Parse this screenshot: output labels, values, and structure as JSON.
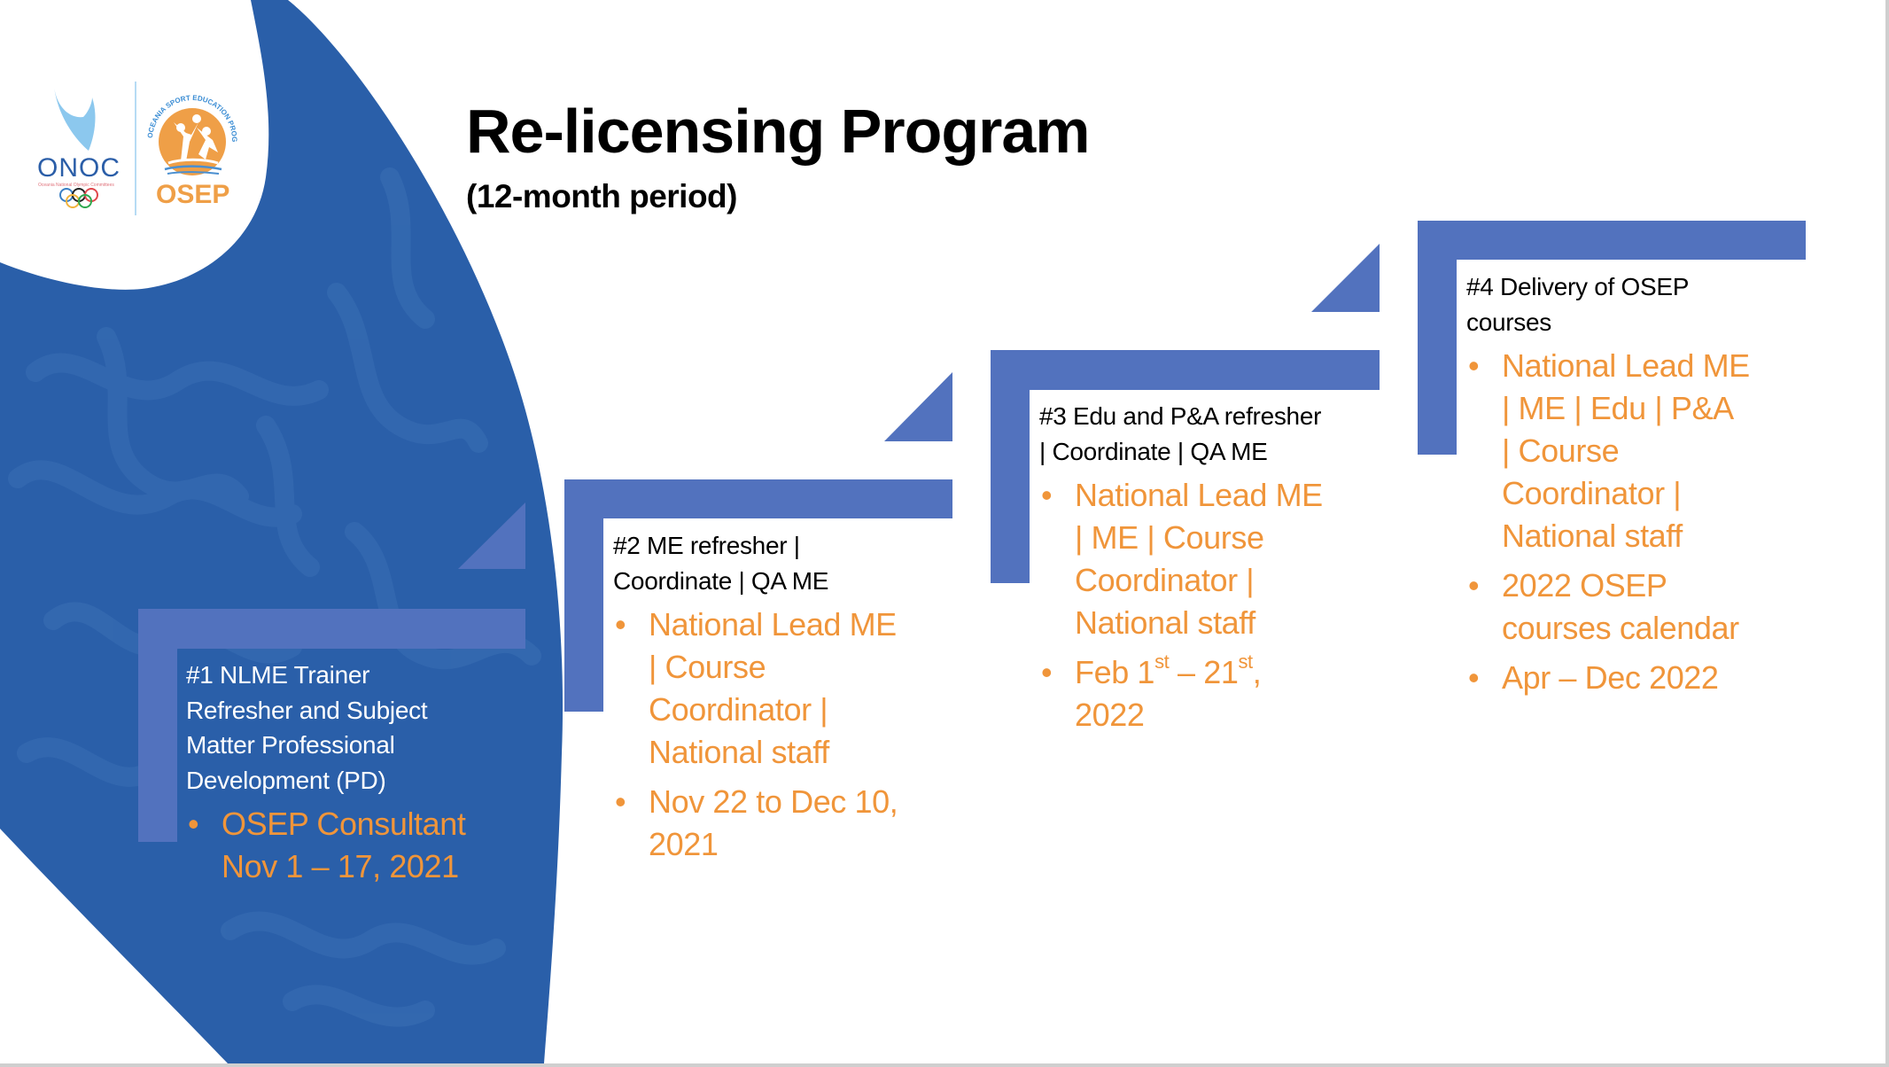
{
  "slide": {
    "title": "Re-licensing Program",
    "subtitle": "(12-month period)"
  },
  "logos": {
    "onoc": {
      "name": "ONOC",
      "tagline": "Oceania National Olympic Committees"
    },
    "osep": {
      "name": "OSEP",
      "arc_text": "OCEANIA SPORT EDUCATION PROGRAM"
    }
  },
  "colors": {
    "step_blue": "#5272BE",
    "background_blue": "#2A5FA9",
    "accent_orange": "#F0953A"
  },
  "steps": [
    {
      "heading": [
        "#1 NLME Trainer",
        "Refresher and Subject",
        "Matter Professional",
        "Development (PD)"
      ],
      "bullets": [
        {
          "lines": [
            "OSEP Consultant",
            "Nov 1 – 17, 2021"
          ]
        }
      ]
    },
    {
      "heading": [
        "#2 ME refresher |",
        "Coordinate | QA ME"
      ],
      "bullets": [
        {
          "lines": [
            "National Lead ME",
            "| Course",
            "Coordinator |",
            "National staff"
          ]
        },
        {
          "lines": [
            "Nov 22 to Dec 10,",
            "2021"
          ]
        }
      ]
    },
    {
      "heading": [
        "#3 Edu and P&A refresher",
        "| Coordinate | QA ME"
      ],
      "bullets": [
        {
          "lines": [
            "National Lead ME",
            "| ME | Course",
            "Coordinator |",
            "National staff"
          ]
        },
        {
          "parts": [
            "Feb 1",
            "st",
            " – 21",
            "st",
            ","
          ],
          "lines": [
            "2022"
          ]
        }
      ]
    },
    {
      "heading": [
        "#4 Delivery of OSEP",
        "courses"
      ],
      "bullets": [
        {
          "lines": [
            "National Lead ME",
            "| ME | Edu | P&A",
            "| Course",
            "Coordinator |",
            "National staff"
          ]
        },
        {
          "lines": [
            "2022 OSEP",
            "courses calendar"
          ]
        },
        {
          "lines": [
            "Apr – Dec 2022"
          ]
        }
      ]
    }
  ]
}
